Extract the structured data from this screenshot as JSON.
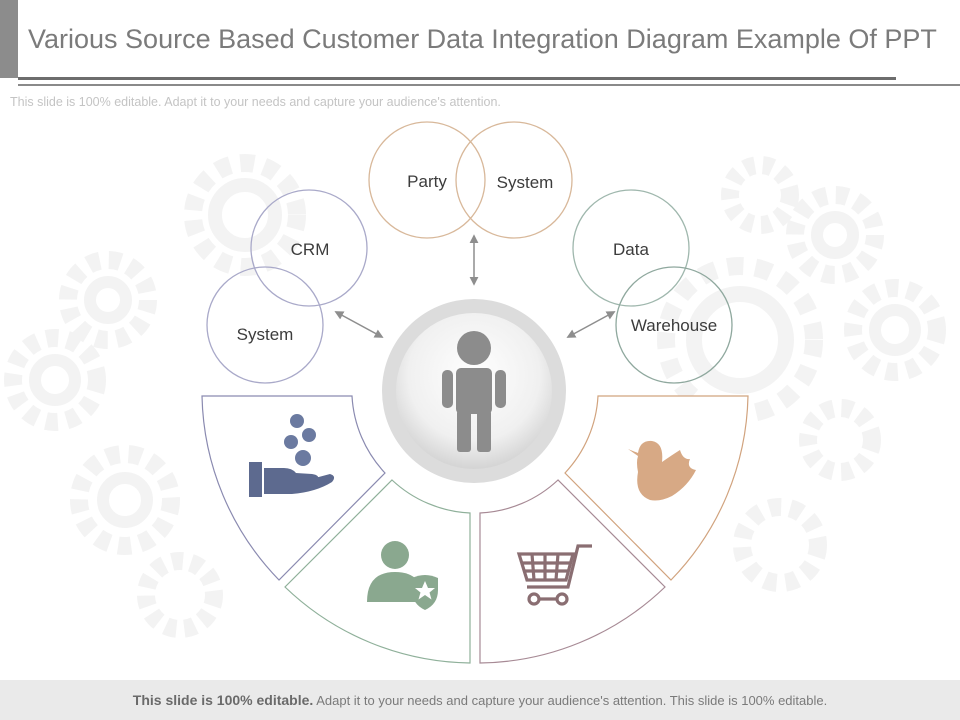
{
  "header": {
    "title": "Various Source Based Customer Data Integration Diagram Example Of PPT",
    "subtitle": "This slide is 100% editable. Adapt it to your needs and capture your audience's attention."
  },
  "diagram": {
    "circles": [
      {
        "label": "Party"
      },
      {
        "label": "System"
      },
      {
        "label": "CRM"
      },
      {
        "label": "System"
      },
      {
        "label": "Data"
      },
      {
        "label": "Warehouse"
      }
    ],
    "colors": {
      "party": "#d8b89a",
      "system_top": "#d8b89a",
      "crm": "#a9a9c9",
      "system_left": "#a9a9c9",
      "data": "#9fb7ad",
      "warehouse": "#8fa89e",
      "segment_purple": "#8a8ab0",
      "segment_green": "#8fb09a",
      "segment_mauve": "#a78a95",
      "segment_tan": "#d1a37e",
      "icon_blue": "#5d6a8f",
      "icon_green": "#8aa88f",
      "icon_mauve": "#8a6e72",
      "icon_tan": "#d7a985",
      "person": "#8c8c8c"
    },
    "icons": [
      "money-hand-icon",
      "user-shield-icon",
      "shopping-cart-icon",
      "bird-icon",
      "person-icon"
    ]
  },
  "footer": {
    "bold": "This slide is 100% editable.",
    "rest": " Adapt it to your needs and capture your audience's attention. This slide is 100% editable."
  }
}
